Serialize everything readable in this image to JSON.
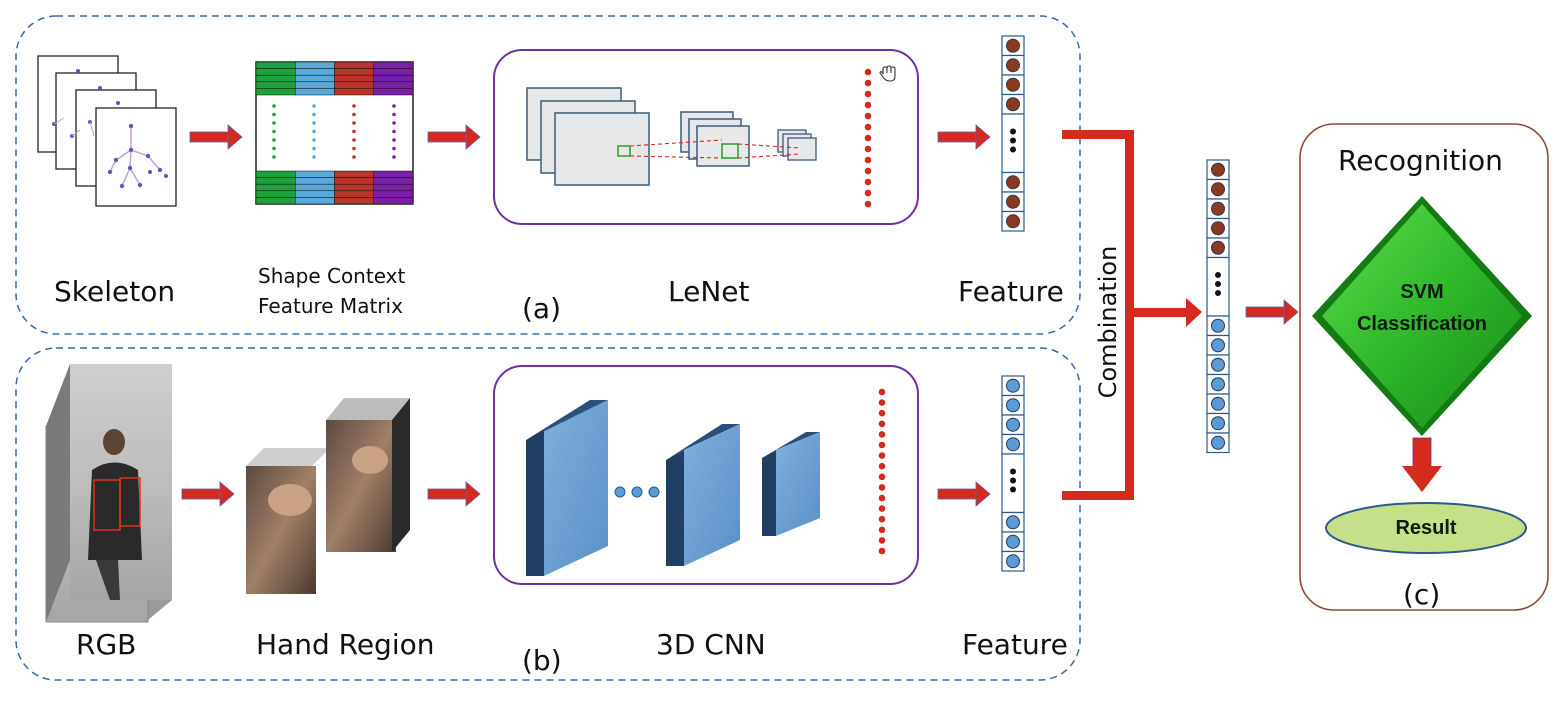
{
  "panel_a": {
    "tag": "(a)",
    "skeleton_label": "Skeleton",
    "shape_context_line1": "Shape Context",
    "shape_context_line2": "Feature Matrix",
    "lenet_label": "LeNet",
    "feature_label": "Feature"
  },
  "panel_b": {
    "tag": "(b)",
    "rgb_label": "RGB",
    "hand_region_label": "Hand Region",
    "cnn_label": "3D CNN",
    "feature_label": "Feature"
  },
  "combination_label": "Combination",
  "panel_c": {
    "tag": "(c)",
    "title": "Recognition",
    "svm_line1": "SVM",
    "svm_line2": "Classification",
    "result_label": "Result"
  },
  "colors": {
    "dashed_border": "#3a6aa8",
    "arrow": "#d42b1e",
    "purple_box": "#7030a0",
    "neuron_brown": "#8b3a1e",
    "neuron_blue": "#5b9bd5",
    "svm_green": "#2db82d",
    "result_green": "#c6e08a",
    "recognition_border": "#8b4a3a"
  },
  "icons": [
    "hand-cursor-icon",
    "arrow-icon"
  ]
}
